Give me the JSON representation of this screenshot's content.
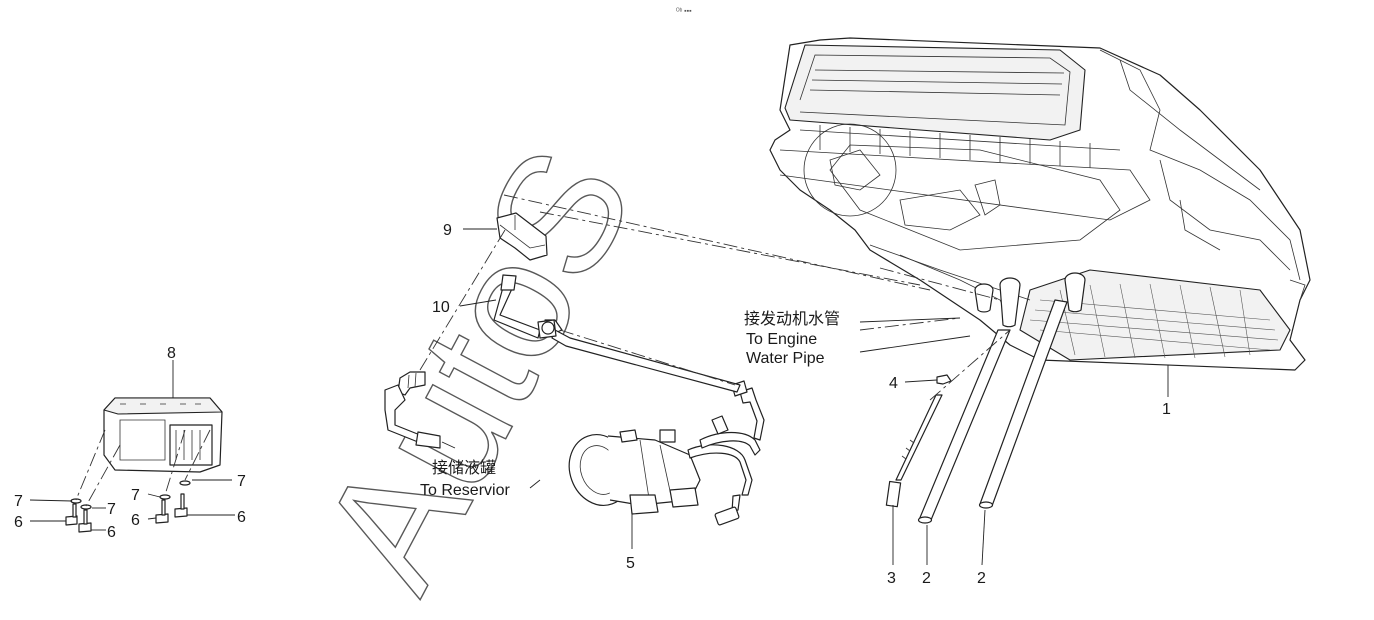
{
  "diagram": {
    "top_marker": "ᴼᵇ ▪▪▪",
    "watermark": "AutoS",
    "callouts": {
      "c1": "1",
      "c2a": "2",
      "c2b": "2",
      "c3": "3",
      "c4": "4",
      "c5": "5",
      "c6a": "6",
      "c6b": "6",
      "c6c": "6",
      "c6d": "6",
      "c7a": "7",
      "c7b": "7",
      "c7c": "7",
      "c7d": "7",
      "c8": "8",
      "c9": "9",
      "c10": "10"
    },
    "engine_label": {
      "cn": "接发动机水管",
      "en_line1": "To Engine",
      "en_line2": "Water Pipe"
    },
    "reservoir_label": {
      "cn": "接储液罐",
      "en": "To Reservior"
    }
  }
}
